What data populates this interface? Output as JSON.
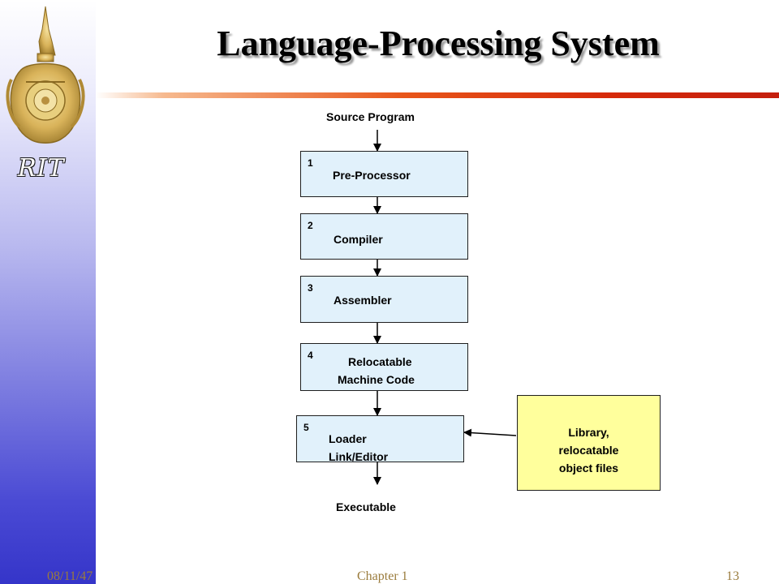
{
  "slide": {
    "title": "Language-Processing System",
    "logo_text": "RIT"
  },
  "diagram": {
    "source_label": "Source Program",
    "output_label": "Executable",
    "steps": [
      {
        "num": "1",
        "label": "Pre-Processor"
      },
      {
        "num": "2",
        "label": "Compiler"
      },
      {
        "num": "3",
        "label": "Assembler"
      },
      {
        "num": "4",
        "label_line1": "Relocatable",
        "label_line2": "Machine Code"
      },
      {
        "num": "5",
        "label_line1": "Loader",
        "label_line2": "Link/Editor"
      }
    ],
    "library": {
      "line1": "Library,",
      "line2": "relocatable",
      "line3": "object files"
    }
  },
  "footer": {
    "date": "08/11/47",
    "chapter": "Chapter 1",
    "page": "13"
  },
  "colors": {
    "step_box_fill": "#e1f1fb",
    "library_box_fill": "#ffff9c",
    "title_rule": "#d62a0a",
    "sidebar_bottom": "#3535c9",
    "footer_text": "#9a7b3c"
  },
  "icons": {
    "logo": "royal-emblem-icon"
  }
}
